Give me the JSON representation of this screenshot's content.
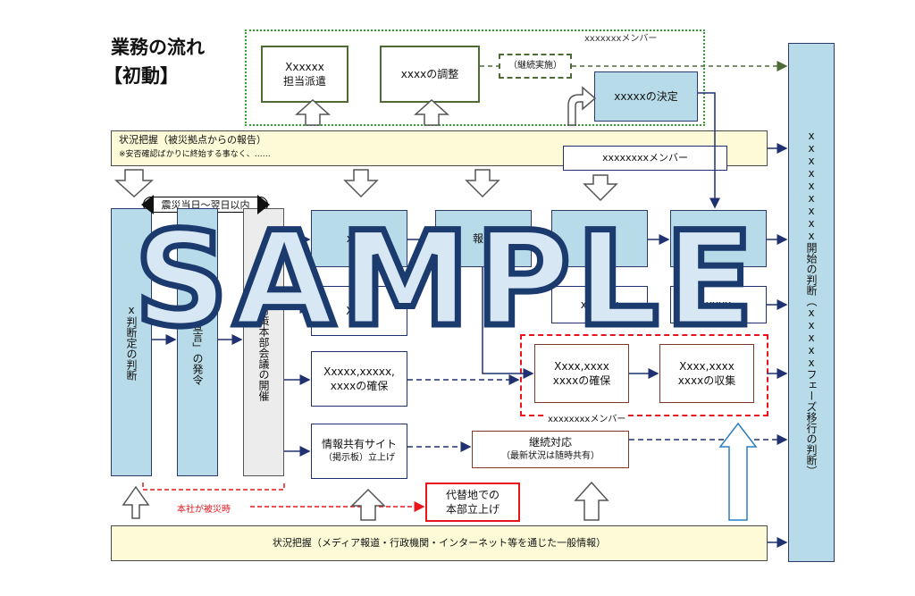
{
  "title": {
    "line1": "業務の流れ",
    "line2": "【初動】"
  },
  "members_label_top": "xxxxxxxメンバー",
  "members_label_mid": "xxxxxxxxメンバー",
  "members_label_red": "xxxxxxxxメンバー",
  "dispatch": {
    "line1": "Xxxxxx",
    "line2": "担当派遣"
  },
  "adjust": {
    "label": "xxxxの調整"
  },
  "continue_impl": "（継続実施）",
  "decision": {
    "label": "xxxxxの決定"
  },
  "status_top": {
    "line1": "状況把握（被災拠点からの報告）",
    "line2": "※安否確認ばかりに終始する事なく、……"
  },
  "day_span": "震災当日～翌日以内",
  "col1": "x判断定の判断",
  "col2": "事態宣言」の発令",
  "col3": "集・対策本部会議の開催",
  "row1": [
    "xxxx",
    "報告",
    "xxxx",
    "xxxx"
  ],
  "row2": [
    "Xxxx",
    "xxxxxx",
    "xxxx"
  ],
  "secure_mid": {
    "line1": "Xxxxx,xxxxx,",
    "line2": "xxxxの確保"
  },
  "secure_red": {
    "line1": "Xxxx,xxxx",
    "line2": "xxxxの確保"
  },
  "collect_red": {
    "line1": "Xxxx,xxxx",
    "line2": "xxxxの収集"
  },
  "info_share": {
    "line1": "情報共有サイト",
    "line2": "（掲示板）立上げ"
  },
  "ongoing": {
    "line1": "継続対応",
    "line2": "（最新状況は随時共有）"
  },
  "hq_damaged": "本社が被災時",
  "alt_site": {
    "line1": "代替地での",
    "line2": "本部立上げ"
  },
  "status_bottom": "状況把握（メディア報道・行政機関・インターネット等を通じた一般情報）",
  "right_col": "xxxxxxxxx開始の判断（xxxxxフェーズ移行の判断）",
  "watermark": "SAMPLE"
}
